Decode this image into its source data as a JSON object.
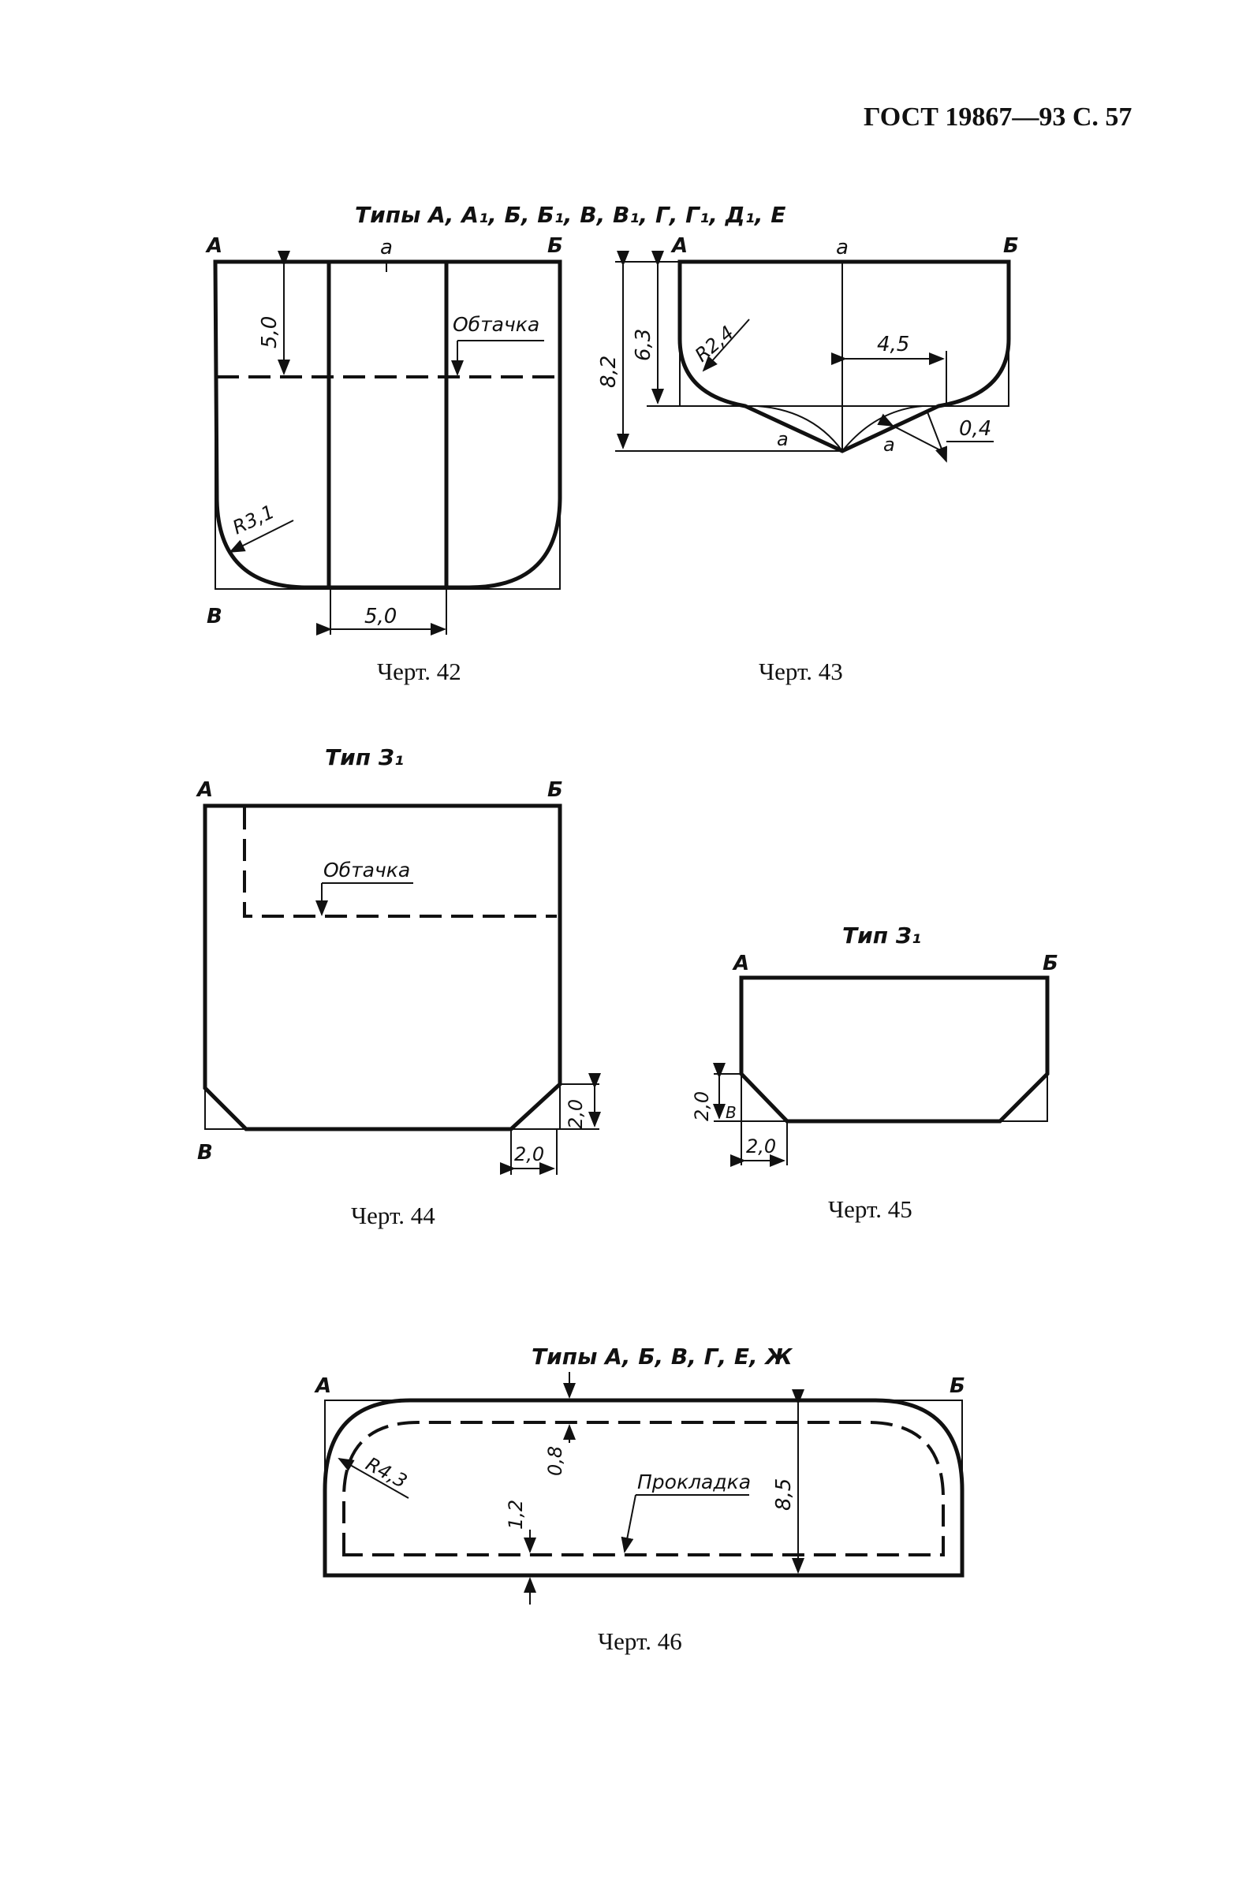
{
  "header": {
    "title": "ГОСТ 19867—93 С. 57"
  },
  "figure42_43": {
    "types_title": "Типы А, А₁, Б, Б₁, В, В₁, Г, Г₁, Д₁, Е",
    "fig42": {
      "corner_a_top_left": "А",
      "corner_a_mid": "а",
      "corner_b_top_right": "Б",
      "corner_v_bottom_left": "В",
      "dim_height": "5,0",
      "dim_width": "5,0",
      "radius": "R3,1",
      "facing_label": "Обтачка",
      "caption": "Черт. 42"
    },
    "fig43": {
      "corner_a": "А",
      "corner_a_mid": "а",
      "corner_b": "Б",
      "dim_total": "8,2",
      "dim_inner": "6,3",
      "radius": "R2,4",
      "dim_width": "4,5",
      "dim_small": "0,4",
      "mark_a_left": "а",
      "mark_a_right": "а",
      "caption": "Черт. 43"
    }
  },
  "figure44": {
    "type_title": "Тип З₁",
    "corner_a": "А",
    "corner_b": "Б",
    "corner_v": "В",
    "facing_label": "Обтачка",
    "dim_vertical": "2,0",
    "dim_horizontal": "2,0",
    "caption": "Черт. 44"
  },
  "figure45": {
    "type_title": "Тип З₁",
    "corner_a": "А",
    "corner_b": "Б",
    "dim_vertical": "2,0",
    "mark_v": "В",
    "dim_horizontal": "2,0",
    "caption": "Черт. 45"
  },
  "figure46": {
    "types_title": "Типы А, Б, В, Г, Е, Ж",
    "corner_a": "А",
    "corner_b": "Б",
    "dim_top": "0,8",
    "dim_bottom": "1,2",
    "dim_height": "8,5",
    "radius": "R4,3",
    "lining_label": "Прокладка",
    "caption": "Черт. 46"
  }
}
